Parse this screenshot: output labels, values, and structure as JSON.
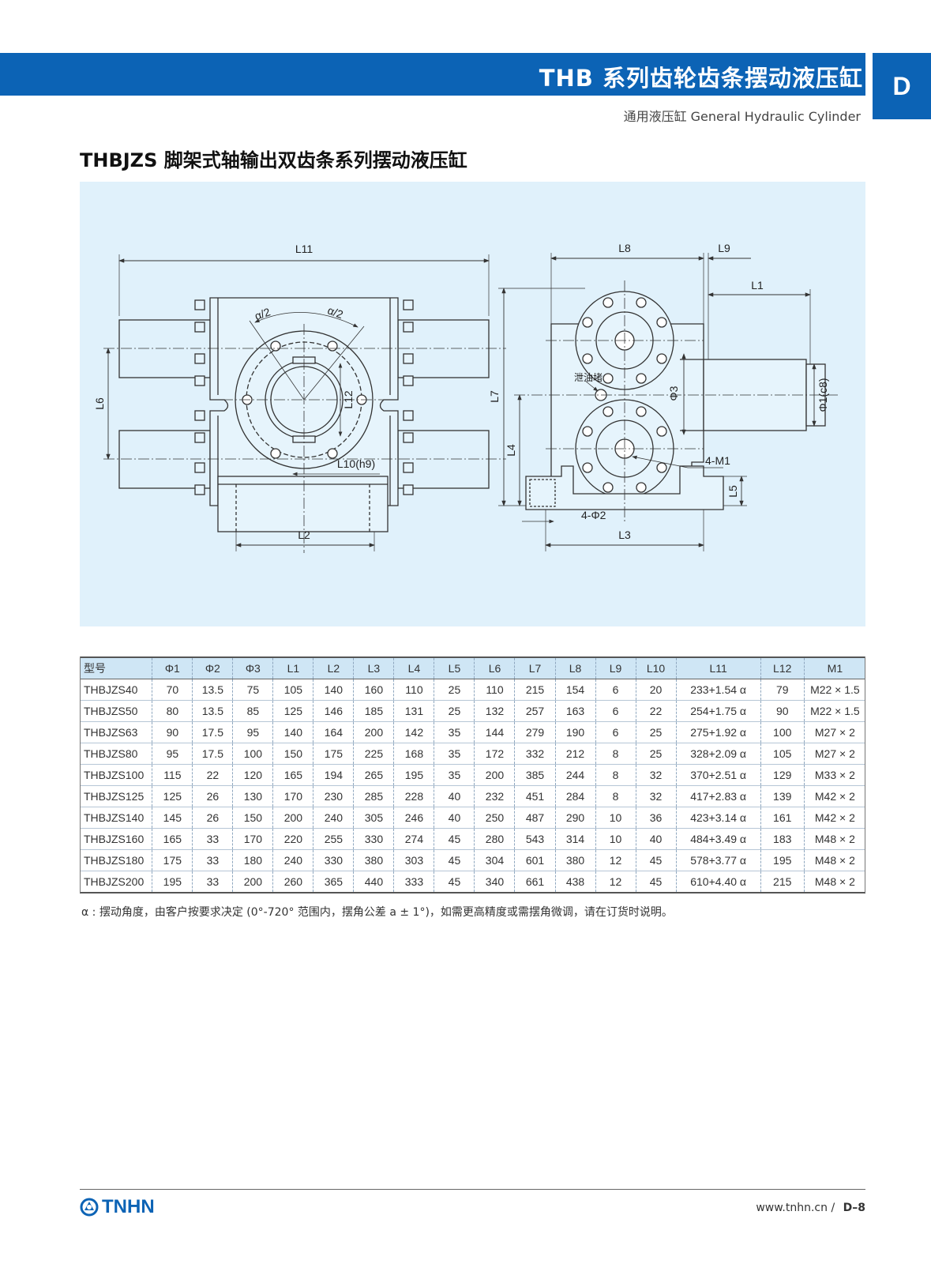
{
  "header": {
    "band_title": "THB 系列齿轮齿条摆动液压缸",
    "tab_letter": "D",
    "subhead": "通用液压缸 General Hydraulic Cylinder"
  },
  "section": {
    "title": "THBJZS 脚架式轴输出双齿条系列摆动液压缸"
  },
  "drawing": {
    "labels": {
      "L11": "L11",
      "L8": "L8",
      "L9": "L9",
      "L1": "L1",
      "L6": "L6",
      "L7": "L7",
      "L4": "L4",
      "L5": "L5",
      "L2": "L2",
      "L3": "L3",
      "L12": "L12",
      "L10": "L10(h9)",
      "a1": "α/2",
      "a2": "α/2",
      "phi3": "Φ3",
      "phi1": "Φ1(c8)",
      "drain": "泄油堵",
      "m1": "4-M1",
      "phi2": "4-Φ2"
    }
  },
  "table": {
    "headers": [
      "型号",
      "Φ1",
      "Φ2",
      "Φ3",
      "L1",
      "L2",
      "L3",
      "L4",
      "L5",
      "L6",
      "L7",
      "L8",
      "L9",
      "L10",
      "L11",
      "L12",
      "M1"
    ],
    "rows": [
      [
        "THBJZS40",
        "70",
        "13.5",
        "75",
        "105",
        "140",
        "160",
        "110",
        "25",
        "110",
        "215",
        "154",
        "6",
        "20",
        "233+1.54 α",
        "79",
        "M22 × 1.5"
      ],
      [
        "THBJZS50",
        "80",
        "13.5",
        "85",
        "125",
        "146",
        "185",
        "131",
        "25",
        "132",
        "257",
        "163",
        "6",
        "22",
        "254+1.75 α",
        "90",
        "M22 × 1.5"
      ],
      [
        "THBJZS63",
        "90",
        "17.5",
        "95",
        "140",
        "164",
        "200",
        "142",
        "35",
        "144",
        "279",
        "190",
        "6",
        "25",
        "275+1.92 α",
        "100",
        "M27 × 2"
      ],
      [
        "THBJZS80",
        "95",
        "17.5",
        "100",
        "150",
        "175",
        "225",
        "168",
        "35",
        "172",
        "332",
        "212",
        "8",
        "25",
        "328+2.09 α",
        "105",
        "M27 × 2"
      ],
      [
        "THBJZS100",
        "115",
        "22",
        "120",
        "165",
        "194",
        "265",
        "195",
        "35",
        "200",
        "385",
        "244",
        "8",
        "32",
        "370+2.51 α",
        "129",
        "M33 × 2"
      ],
      [
        "THBJZS125",
        "125",
        "26",
        "130",
        "170",
        "230",
        "285",
        "228",
        "40",
        "232",
        "451",
        "284",
        "8",
        "32",
        "417+2.83 α",
        "139",
        "M42 × 2"
      ],
      [
        "THBJZS140",
        "145",
        "26",
        "150",
        "200",
        "240",
        "305",
        "246",
        "40",
        "250",
        "487",
        "290",
        "10",
        "36",
        "423+3.14 α",
        "161",
        "M42 × 2"
      ],
      [
        "THBJZS160",
        "165",
        "33",
        "170",
        "220",
        "255",
        "330",
        "274",
        "45",
        "280",
        "543",
        "314",
        "10",
        "40",
        "484+3.49 α",
        "183",
        "M48 × 2"
      ],
      [
        "THBJZS180",
        "175",
        "33",
        "180",
        "240",
        "330",
        "380",
        "303",
        "45",
        "304",
        "601",
        "380",
        "12",
        "45",
        "578+3.77 α",
        "195",
        "M48 × 2"
      ],
      [
        "THBJZS200",
        "195",
        "33",
        "200",
        "260",
        "365",
        "440",
        "333",
        "45",
        "340",
        "661",
        "438",
        "12",
        "45",
        "610+4.40 α",
        "215",
        "M48 × 2"
      ]
    ]
  },
  "note": "α : 摆动角度，由客户按要求决定 (0°-720° 范围内，摆角公差 a ± 1°)，如需更高精度或需摆角微调，请在订货时说明。",
  "footer": {
    "brand": "TNHN",
    "url": "www.tnhn.cn",
    "separator": "/",
    "page": "D–8"
  },
  "colors": {
    "brand_blue": "#0c63b5",
    "drawing_bg": "#e0f1fb",
    "table_header_bg": "#cfe6f5"
  }
}
